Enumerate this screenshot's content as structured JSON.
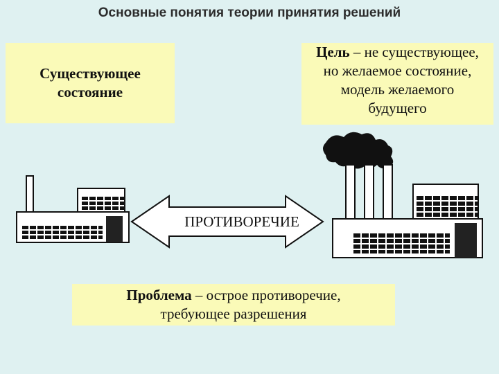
{
  "title": "Основные понятия теории принятия решений",
  "current_state": {
    "line1": "Существующее",
    "line2": "состояние"
  },
  "goal": {
    "term": "Цель",
    "line1_rest": " – не существующее,",
    "line2": "но желаемое состояние,",
    "line3": "модель желаемого",
    "line4": "будущего"
  },
  "contradiction_label": "ПРОТИВОРЕЧИЕ",
  "problem": {
    "term": "Проблема",
    "line1_rest": " – острое противоречие,",
    "line2": "требующее разрешения"
  },
  "colors": {
    "background": "#dff1f1",
    "box_fill": "#fafab8",
    "ink": "#111111"
  }
}
